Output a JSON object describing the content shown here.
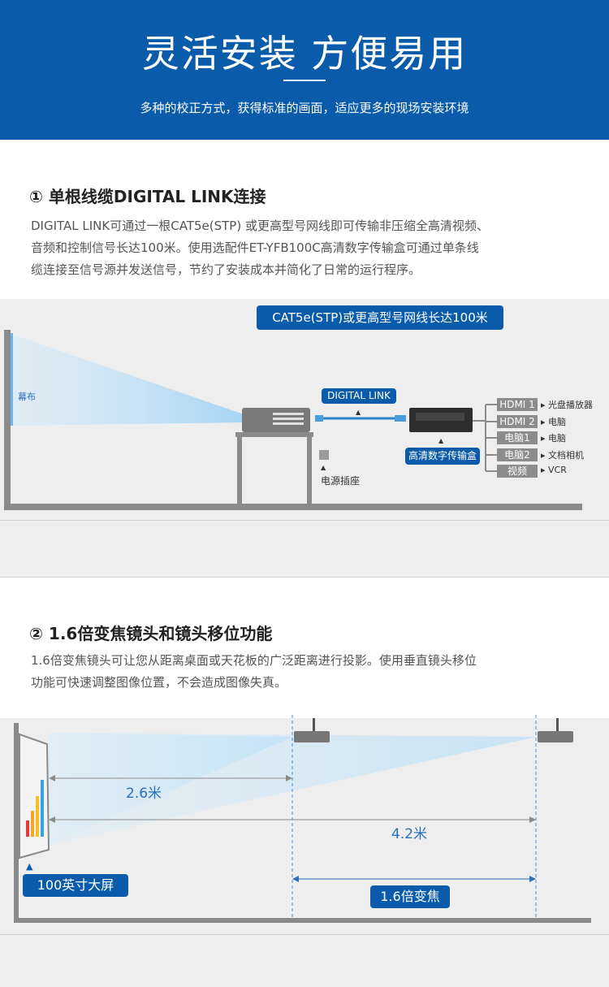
{
  "hero": {
    "title": "灵活安装 方便易用",
    "subtitle": "多种的校正方式，获得标准的画面，适应更多的现场安装环境"
  },
  "section1": {
    "number": "①",
    "title": "单根线缆DIGITAL LINK连接",
    "body_lines": [
      "DIGITAL LINK可通过一根CAT5e(STP) 或更高型号网线即可传输非压缩全高清视频、",
      "音频和控制信号长达100米。使用选配件ET-YFB100C高清数字传输盒可通过单条线",
      "缆连接至信号源并发送信号，节约了安装成本并简化了日常的运行程序。"
    ],
    "diagram": {
      "cable_banner": "CAT5e(STP)或更高型号网线长达100米",
      "screen_label": "幕布",
      "digital_link_label": "DIGITAL LINK",
      "power_label": "电源插座",
      "box_label": "高清数字传输盒",
      "ports": [
        {
          "port": "HDMI 1",
          "device": "光盘播放器"
        },
        {
          "port": "HDMI 2",
          "device": "电脑"
        },
        {
          "port": "电脑1",
          "device": "电脑"
        },
        {
          "port": "电脑2",
          "device": "文档相机"
        },
        {
          "port": "视频",
          "device": "VCR"
        }
      ]
    }
  },
  "section2": {
    "number": "②",
    "title": "1.6倍变焦镜头和镜头移位功能",
    "body_lines": [
      "1.6倍变焦镜头可让您从距离桌面或天花板的广泛距离进行投影。使用垂直镜头移位",
      "功能可快速调整图像位置，不会造成图像失真。"
    ],
    "diagram": {
      "near_distance": "2.6米",
      "far_distance": "4.2米",
      "screen_label": "100英寸大屏",
      "zoom_label": "1.6倍变焦"
    }
  },
  "colors": {
    "brand_blue": "#0a5cab",
    "band_gray": "#eeeeee",
    "port_gray": "#8c8c8c"
  }
}
